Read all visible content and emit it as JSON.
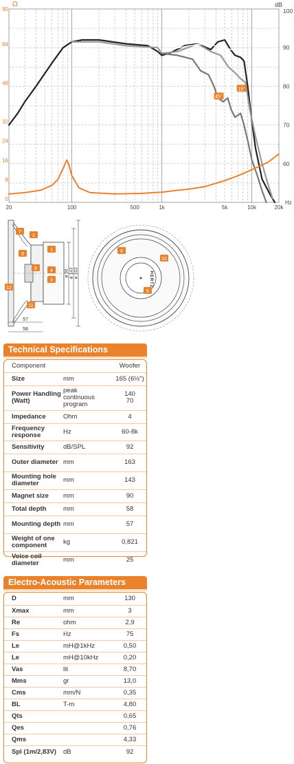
{
  "chart_data": {
    "type": "line",
    "x_axis": {
      "scale": "log",
      "range": [
        20,
        20000
      ],
      "unit": "Hz",
      "tick_labels": [
        {
          "v": 20,
          "t": "20"
        },
        {
          "v": 100,
          "t": "100"
        },
        {
          "v": 500,
          "t": "500"
        },
        {
          "v": 1000,
          "t": "1k"
        },
        {
          "v": 5000,
          "t": "5k"
        },
        {
          "v": 10000,
          "t": "10k"
        },
        {
          "v": 20000,
          "t": "20k"
        }
      ]
    },
    "y_left": {
      "unit": "Ω",
      "range": [
        0,
        80
      ],
      "ticks": [
        0,
        8,
        16,
        24,
        32,
        48,
        64,
        80
      ]
    },
    "y_right": {
      "unit": "dB",
      "range": [
        50,
        100
      ],
      "ticks": [
        60,
        70,
        80,
        90,
        100
      ]
    },
    "annotations": [
      {
        "text": "15°",
        "x": 7700,
        "y_db": 79.5
      },
      {
        "text": "45°",
        "x": 4300,
        "y_db": 77.5
      }
    ],
    "series": [
      {
        "color": "#222222",
        "axis": "right",
        "points": [
          [
            20,
            70
          ],
          [
            25,
            73
          ],
          [
            30,
            76
          ],
          [
            40,
            80
          ],
          [
            60,
            86
          ],
          [
            80,
            90
          ],
          [
            100,
            91.5
          ],
          [
            130,
            92
          ],
          [
            200,
            92
          ],
          [
            400,
            91
          ],
          [
            700,
            90.5
          ],
          [
            900,
            89
          ],
          [
            1000,
            88
          ],
          [
            1200,
            88.5
          ],
          [
            1800,
            90.5
          ],
          [
            2500,
            91
          ],
          [
            3500,
            89.5
          ],
          [
            4200,
            91.5
          ],
          [
            5000,
            92
          ],
          [
            5800,
            89.5
          ],
          [
            6500,
            88
          ],
          [
            7500,
            87.5
          ],
          [
            8200,
            86.5
          ],
          [
            9000,
            80
          ],
          [
            10000,
            71
          ],
          [
            11000,
            64
          ],
          [
            13000,
            56
          ],
          [
            16000,
            52
          ],
          [
            18000,
            50
          ]
        ]
      },
      {
        "color": "#999999",
        "axis": "right",
        "points": [
          [
            100,
            91.5
          ],
          [
            200,
            91.5
          ],
          [
            400,
            90.5
          ],
          [
            900,
            90
          ],
          [
            1000,
            88.5
          ],
          [
            1500,
            89
          ],
          [
            2500,
            91
          ],
          [
            3500,
            89
          ],
          [
            4500,
            88
          ],
          [
            5500,
            85
          ],
          [
            6500,
            83.5
          ],
          [
            7500,
            82
          ],
          [
            8500,
            81
          ],
          [
            9500,
            74
          ],
          [
            11000,
            67
          ],
          [
            13000,
            60
          ],
          [
            15000,
            55
          ],
          [
            17000,
            51
          ]
        ]
      },
      {
        "color": "#777777",
        "axis": "right",
        "points": [
          [
            1000,
            88.5
          ],
          [
            1500,
            88
          ],
          [
            2200,
            87
          ],
          [
            2700,
            84
          ],
          [
            3300,
            83
          ],
          [
            3800,
            80
          ],
          [
            4200,
            77
          ],
          [
            4800,
            76
          ],
          [
            5400,
            77
          ],
          [
            5900,
            74
          ],
          [
            6500,
            72
          ],
          [
            7500,
            73
          ],
          [
            8200,
            70
          ],
          [
            9000,
            66
          ],
          [
            10000,
            61
          ],
          [
            11500,
            57
          ],
          [
            13000,
            53
          ],
          [
            14500,
            50
          ]
        ]
      },
      {
        "color": "#ffffff",
        "axis": "right",
        "points": [
          [
            1000,
            89
          ],
          [
            2000,
            90.5
          ],
          [
            3000,
            91
          ],
          [
            5000,
            90
          ],
          [
            7000,
            89
          ]
        ]
      },
      {
        "color": "#e9822a",
        "axis": "left",
        "points": [
          [
            20,
            3.5
          ],
          [
            30,
            4
          ],
          [
            45,
            5
          ],
          [
            60,
            7
          ],
          [
            70,
            9.5
          ],
          [
            80,
            14
          ],
          [
            88,
            17.5
          ],
          [
            92,
            16
          ],
          [
            100,
            11
          ],
          [
            120,
            6
          ],
          [
            160,
            4
          ],
          [
            300,
            3.5
          ],
          [
            600,
            3.7
          ],
          [
            800,
            4
          ],
          [
            1000,
            4.2
          ],
          [
            1500,
            5
          ],
          [
            2000,
            5.5
          ],
          [
            3000,
            6.5
          ],
          [
            5000,
            9
          ],
          [
            7000,
            11
          ],
          [
            10000,
            13.5
          ],
          [
            15000,
            16.5
          ],
          [
            20000,
            20
          ]
        ]
      }
    ]
  },
  "drawings": {
    "side_callouts": [
      "1",
      "2",
      "3",
      "4",
      "7",
      "8",
      "9",
      "11",
      "12"
    ],
    "dims_vertical": [
      "ø 90",
      "ø 143",
      "ø 163"
    ],
    "dims_horizontal": [
      "57",
      "58"
    ],
    "front_callouts": [
      "5",
      "6",
      "10"
    ],
    "logo_text": "HERTZ"
  },
  "colors": {
    "accent": "#e9822a",
    "accent_light": "#fde1c4",
    "grid": "#c8c8c8",
    "curve_main": "#222222"
  },
  "tech": {
    "title": "Technical Specifications",
    "rows": [
      [
        "Component",
        "",
        "Woofer"
      ],
      [
        "Size",
        "mm",
        "165 (6½\")"
      ],
      [
        "Power Handling (Watt)",
        "peak\ncontinuous program",
        "140\n70"
      ],
      [
        "Impedance",
        "Ohm",
        "4"
      ],
      [
        "Frequency response",
        "Hz",
        "60-8k"
      ],
      [
        "Sensitivity",
        "dB/SPL",
        "92"
      ],
      [
        "Outer diameter",
        "mm",
        "163"
      ],
      [
        "Mounting hole diameter",
        "mm",
        "143"
      ],
      [
        "Magnet size",
        "mm",
        "90"
      ],
      [
        "Total depth",
        "mm",
        "58"
      ],
      [
        "Mounting depth",
        "mm",
        "57"
      ],
      [
        "Weight of one component",
        "kg",
        "0,821"
      ],
      [
        "Voice coil diameter",
        "mm",
        "25"
      ]
    ]
  },
  "eap": {
    "title": "Electro-Acoustic Parameters",
    "rows": [
      [
        "D",
        "mm",
        "130"
      ],
      [
        "Xmax",
        "mm",
        "3"
      ],
      [
        "Re",
        "ohm",
        "2,9"
      ],
      [
        "Fs",
        "Hz",
        "75"
      ],
      [
        "Le",
        "mH@1kHz",
        "0,50"
      ],
      [
        "Le",
        "mH@10kHz",
        "0,20"
      ],
      [
        "Vas",
        "lit",
        "8,70"
      ],
      [
        "Mms",
        "gr",
        "13,0"
      ],
      [
        "Cms",
        "mm/N",
        "0,35"
      ],
      [
        "BL",
        "T-m",
        "4,80"
      ],
      [
        "Qts",
        "",
        "0,65"
      ],
      [
        "Qes",
        "",
        "0,76"
      ],
      [
        "Qms",
        "",
        "4,33"
      ],
      [
        "Spl (1m/2,83V)",
        "dB",
        "92"
      ]
    ]
  }
}
